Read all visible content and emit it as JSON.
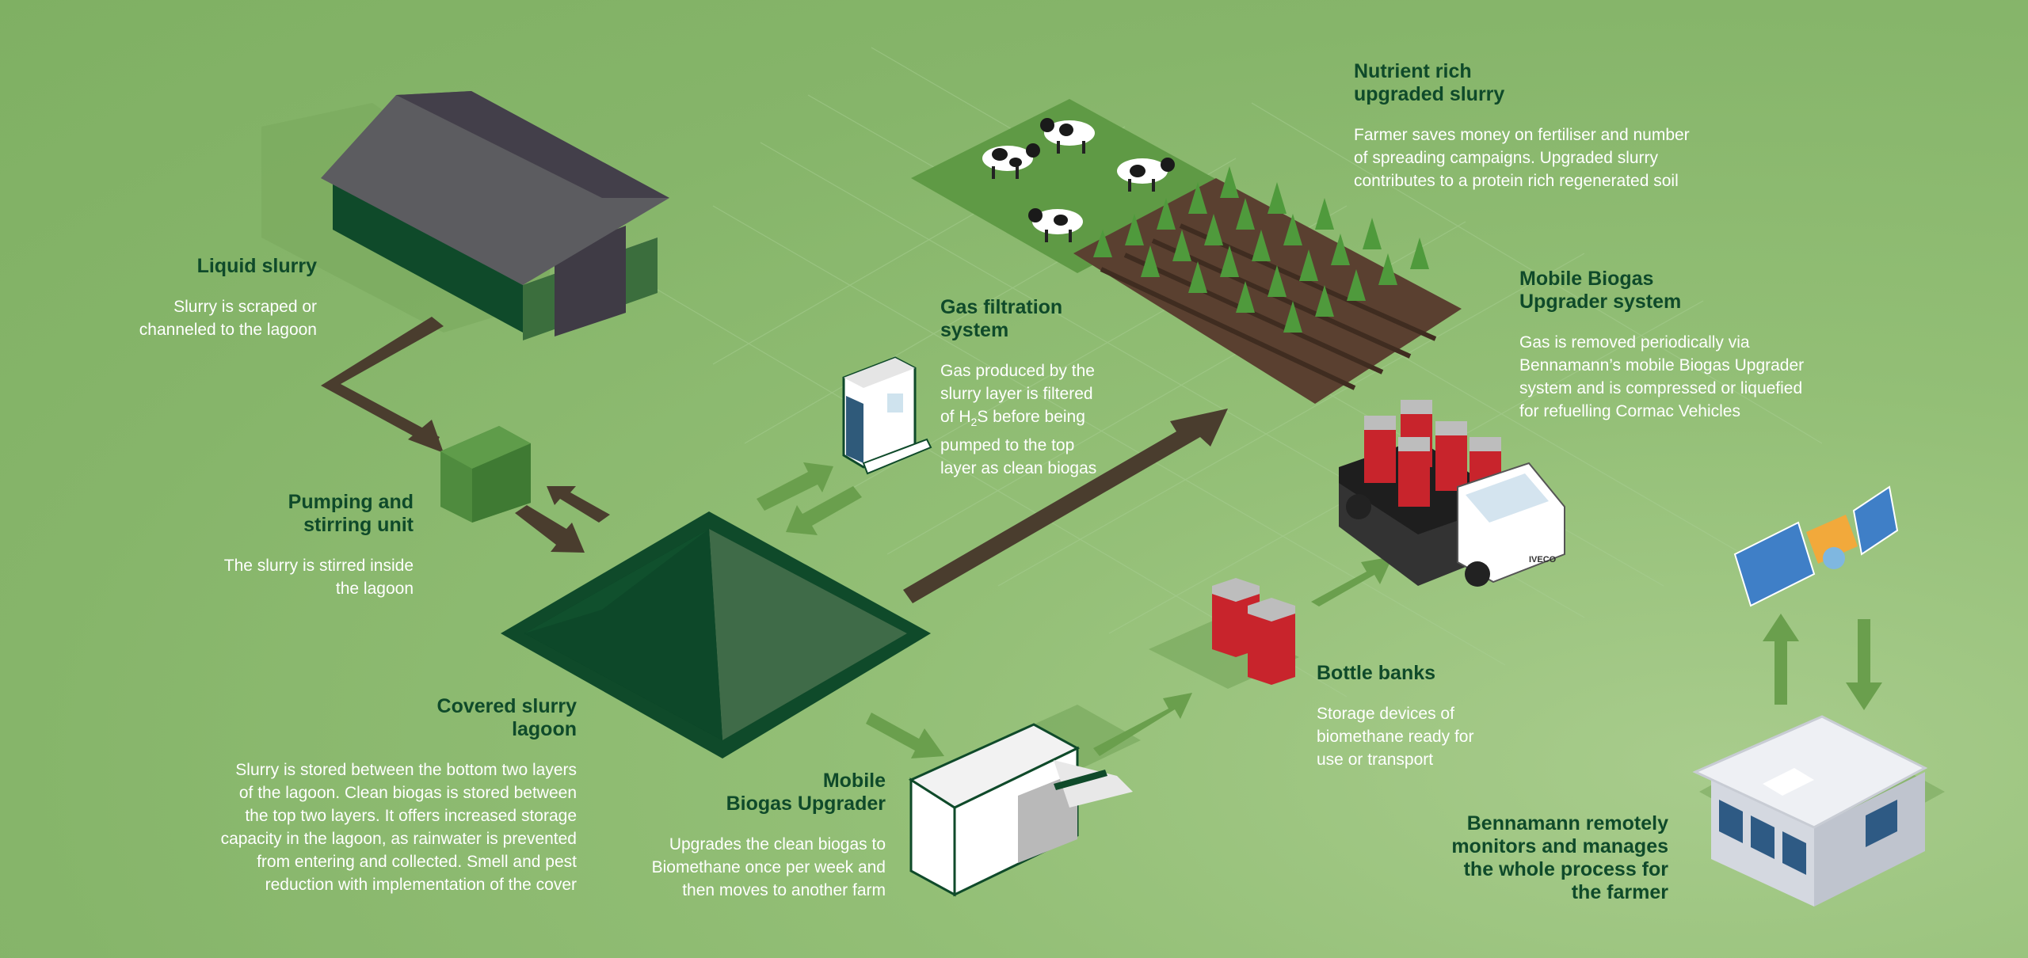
{
  "labels": {
    "liquid_slurry": {
      "title": "Liquid slurry",
      "desc": "Slurry is scraped or\nchanneled to the lagoon"
    },
    "pumping": {
      "title": "Pumping and\nstirring unit",
      "desc": "The slurry is stirred inside\nthe lagoon"
    },
    "covered_lagoon": {
      "title": "Covered slurry\nlagoon",
      "desc": "Slurry is stored between the bottom two layers\nof the lagoon. Clean biogas is stored between\nthe top two layers. It offers increased storage\ncapacity in the lagoon, as rainwater is prevented\nfrom entering and collected. Smell and pest\nreduction with implementation of the cover"
    },
    "mobile_upgrader": {
      "title": "Mobile\nBiogas Upgrader",
      "desc": "Upgrades the clean biogas to\nBiomethane once per week and\nthen moves to another farm"
    },
    "gas_filtration": {
      "title": "Gas filtration\nsystem",
      "desc_1": "Gas produced by the\nslurry layer is filtered\nof H",
      "desc_sub": "2",
      "desc_2": "S before being\npumped to the top\nlayer as clean biogas"
    },
    "nutrient_rich": {
      "title": "Nutrient rich\nupgraded slurry",
      "desc": "Farmer saves money on fertiliser and number\nof spreading campaigns. Upgraded slurry\ncontributes to a protein rich regenerated soil"
    },
    "mobile_system": {
      "title": "Mobile Biogas\nUpgrader system",
      "desc": "Gas is removed periodically via\nBennamann’s mobile Biogas Upgrader\nsystem and is compressed or liquefied\nfor refuelling Cormac Vehicles"
    },
    "bottle_banks": {
      "title": "Bottle banks",
      "desc": "Storage devices of\nbiomethane ready for\nuse or transport"
    },
    "bennamann": {
      "title": "Bennamann remotely\nmonitors and manages\nthe whole process for\nthe farmer"
    }
  },
  "truck_badge": "IVECO",
  "colors": {
    "background": "#86b56a",
    "title_text": "#0f4a2a",
    "desc_text": "#ffffff",
    "arrow_dark": "#4a3d2e",
    "arrow_green": "#6a9f4d",
    "lagoon": "#0f4a2a",
    "bottle_red": "#c8242c"
  }
}
